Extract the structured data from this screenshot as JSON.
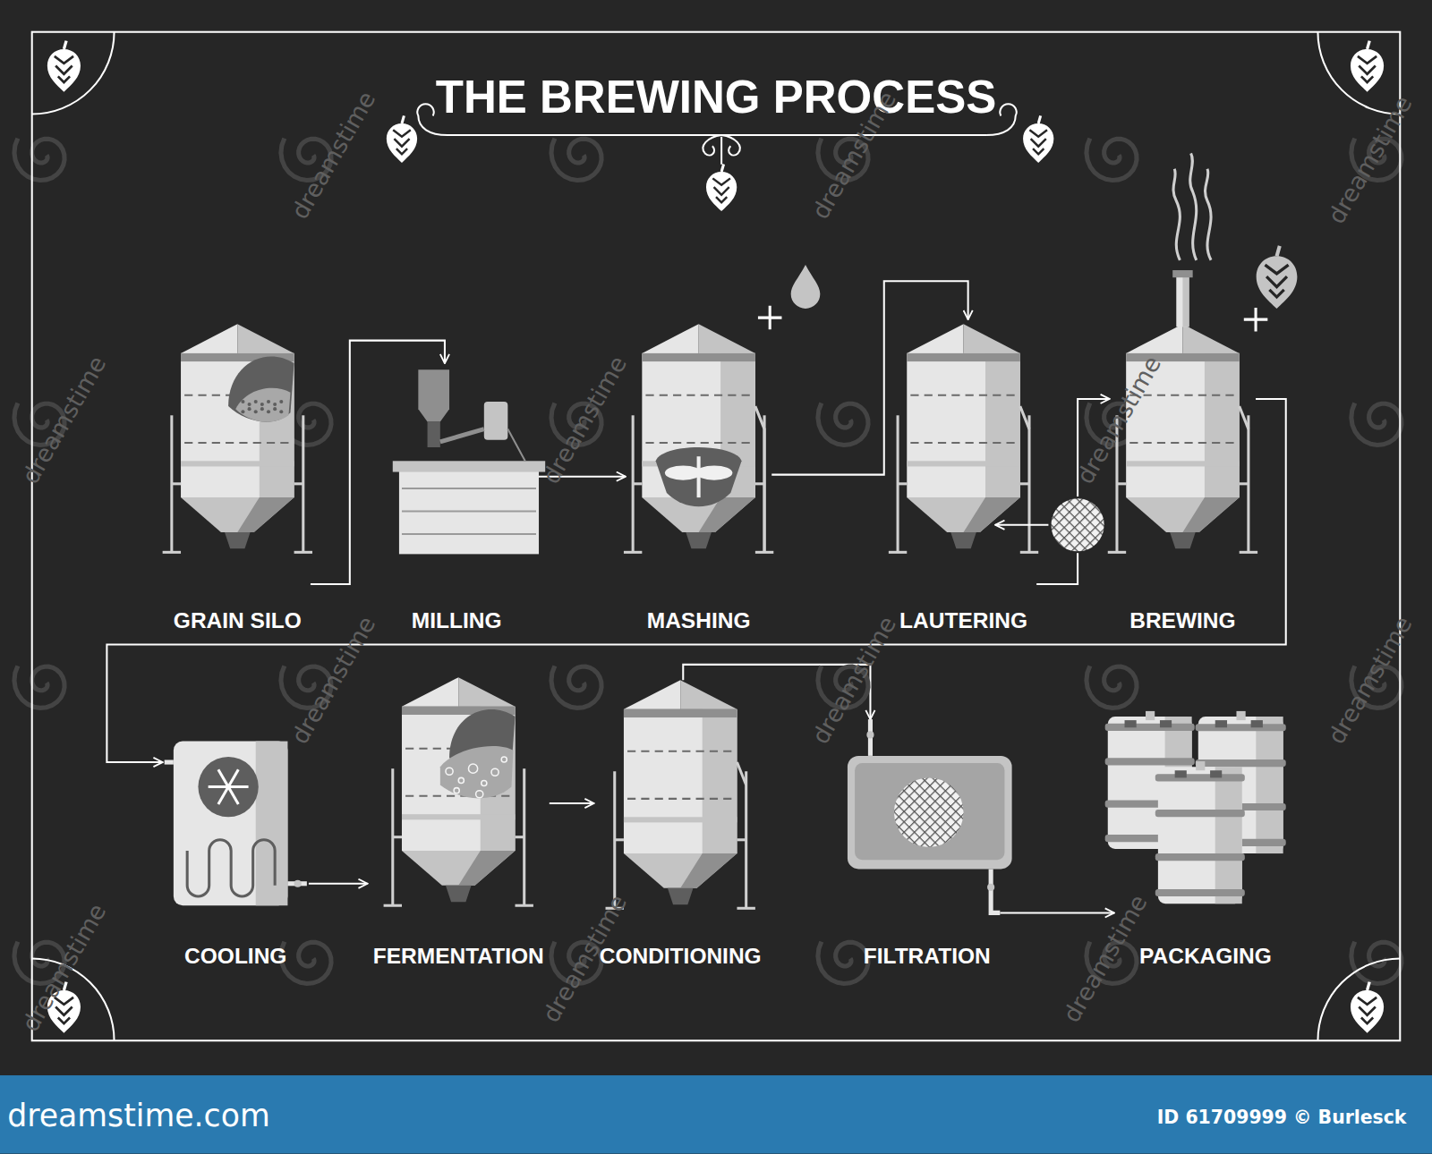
{
  "diagram": {
    "title": "THE BREWING PROCESS",
    "nodes": [
      {
        "text": [
          "GRAIN SILO"
        ]
      },
      {
        "text": [
          "MILLING"
        ]
      },
      {
        "text": [
          "MASHING"
        ]
      },
      {
        "text": [
          "LAUTERING"
        ]
      },
      {
        "text": [
          "BREWING"
        ]
      },
      {
        "text": [
          "COOLING"
        ]
      },
      {
        "text": [
          "FERMENTATION"
        ]
      },
      {
        "text": [
          "CONDITIONING"
        ]
      },
      {
        "text": [
          "FILTRATION"
        ]
      },
      {
        "text": [
          "PACKAGING"
        ]
      }
    ],
    "edges": [
      {
        "from": 0,
        "to": 1,
        "arrow": "to"
      },
      {
        "from": 1,
        "to": 2,
        "arrow": "to"
      },
      {
        "from": 2,
        "to": 3,
        "arrow": "to"
      },
      {
        "from": 3,
        "to": 4,
        "arrow": "to"
      },
      {
        "from": 4,
        "to": 5,
        "arrow": "to"
      },
      {
        "from": 5,
        "to": 6,
        "arrow": "to"
      },
      {
        "from": 6,
        "to": 7,
        "arrow": "to"
      },
      {
        "from": 7,
        "to": 8,
        "arrow": "to"
      },
      {
        "from": 8,
        "to": 9,
        "arrow": "to"
      }
    ],
    "labels": [
      "dreamstime.com",
      "ID 61709999 © Burlesck",
      "dreamstime",
      "dreamstime",
      "dreamstime",
      "dreamstime",
      "dreamstime",
      "dreamstime",
      "dreamstime",
      "dreamstime",
      "dreamstime",
      "dreamstime",
      "dreamstime",
      "dreamstime"
    ]
  }
}
